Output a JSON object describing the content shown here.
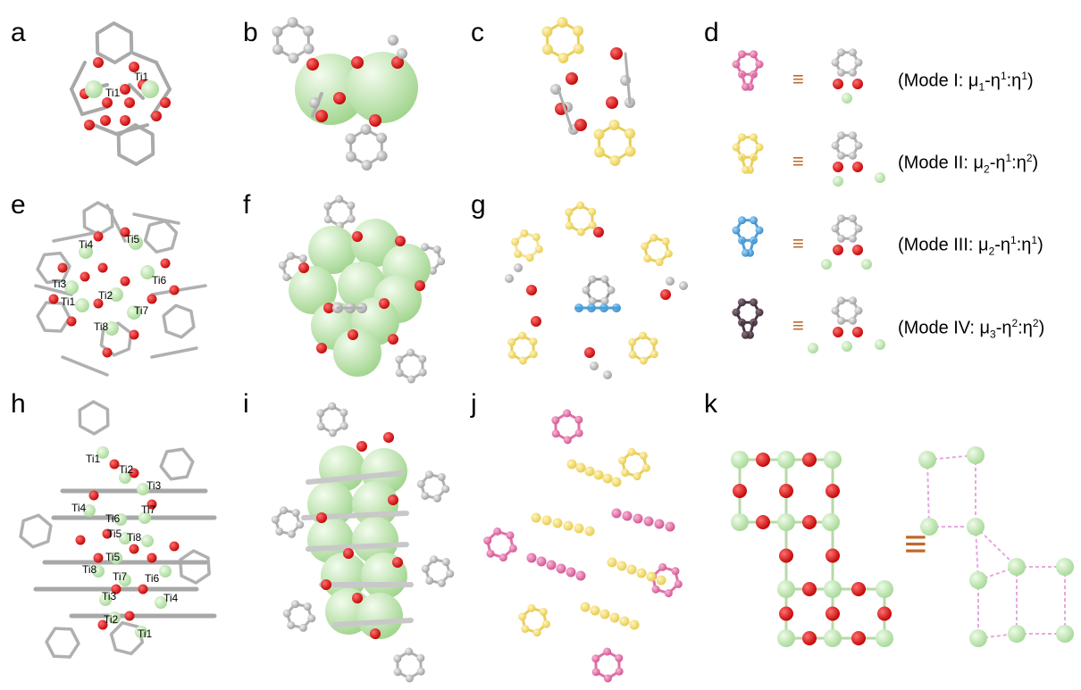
{
  "panels": {
    "a": "a",
    "b": "b",
    "c": "c",
    "d": "d",
    "e": "e",
    "f": "f",
    "g": "g",
    "h": "h",
    "i": "i",
    "j": "j",
    "k": "k"
  },
  "ti_labels_a": [
    "Ti1",
    "Ti1"
  ],
  "ti_labels_e": [
    "Ti4",
    "Ti5",
    "Ti3",
    "Ti2",
    "Ti6",
    "Ti1",
    "Ti7",
    "Ti8"
  ],
  "ti_labels_h": [
    "Ti1",
    "Ti2",
    "Ti3",
    "Ti4",
    "Ti6",
    "Ti7",
    "Ti5",
    "Ti8",
    "Ti5",
    "Ti8",
    "Ti7",
    "Ti6",
    "Ti3",
    "Ti4",
    "Ti2",
    "Ti1"
  ],
  "modes": [
    {
      "prefix": "(Mode I: μ",
      "s1": "1",
      "mid": "-η",
      "e1": "1",
      "sep": ":η",
      "e2": "1",
      "suffix": ")",
      "color": "#e06fa8"
    },
    {
      "prefix": "(Mode II: μ",
      "s1": "2",
      "mid": "-η",
      "e1": "1",
      "sep": ":η",
      "e2": "2",
      "suffix": ")",
      "color": "#f3de6a"
    },
    {
      "prefix": "(Mode III: μ",
      "s1": "2",
      "mid": "-η",
      "e1": "1",
      "sep": ":η",
      "e2": "1",
      "suffix": ")",
      "color": "#4a9fd8"
    },
    {
      "prefix": "(Mode IV: μ",
      "s1": "3",
      "mid": "-η",
      "e1": "2",
      "sep": ":η",
      "e2": "2",
      "suffix": ")",
      "color": "#4a3540"
    }
  ],
  "equiv_symbol": "≡",
  "colors": {
    "titanium": "#b6e3a6",
    "oxygen": "#e01010",
    "carbon": "#b8b8b8",
    "mode1": "#e06fa8",
    "mode2": "#f3de6a",
    "mode3": "#4a9fd8",
    "mode4": "#4a3540",
    "equiv": "#c0692a"
  }
}
